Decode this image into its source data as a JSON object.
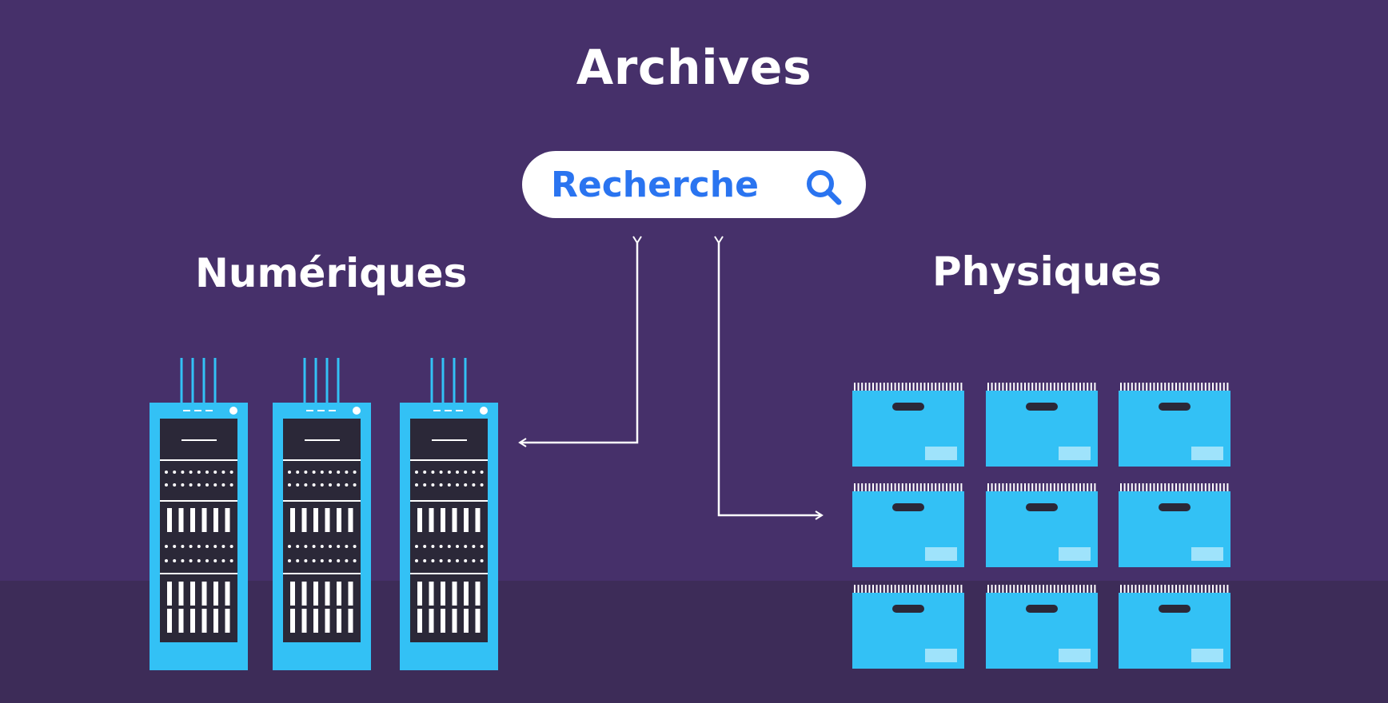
{
  "diagram": {
    "title": "Archives",
    "search": {
      "label": "Recherche",
      "icon": "search-icon"
    },
    "digital": {
      "label": "Numériques",
      "icon": "server-rack-icon",
      "count": 3
    },
    "physical": {
      "label": "Physiques",
      "icon": "archive-box-icon",
      "count": 9
    },
    "colors": {
      "background": "#46306a",
      "floor": "#3d2c58",
      "accent": "#33c1f5",
      "search_text": "#2a74f0",
      "rack_panel": "#2b2838"
    }
  }
}
